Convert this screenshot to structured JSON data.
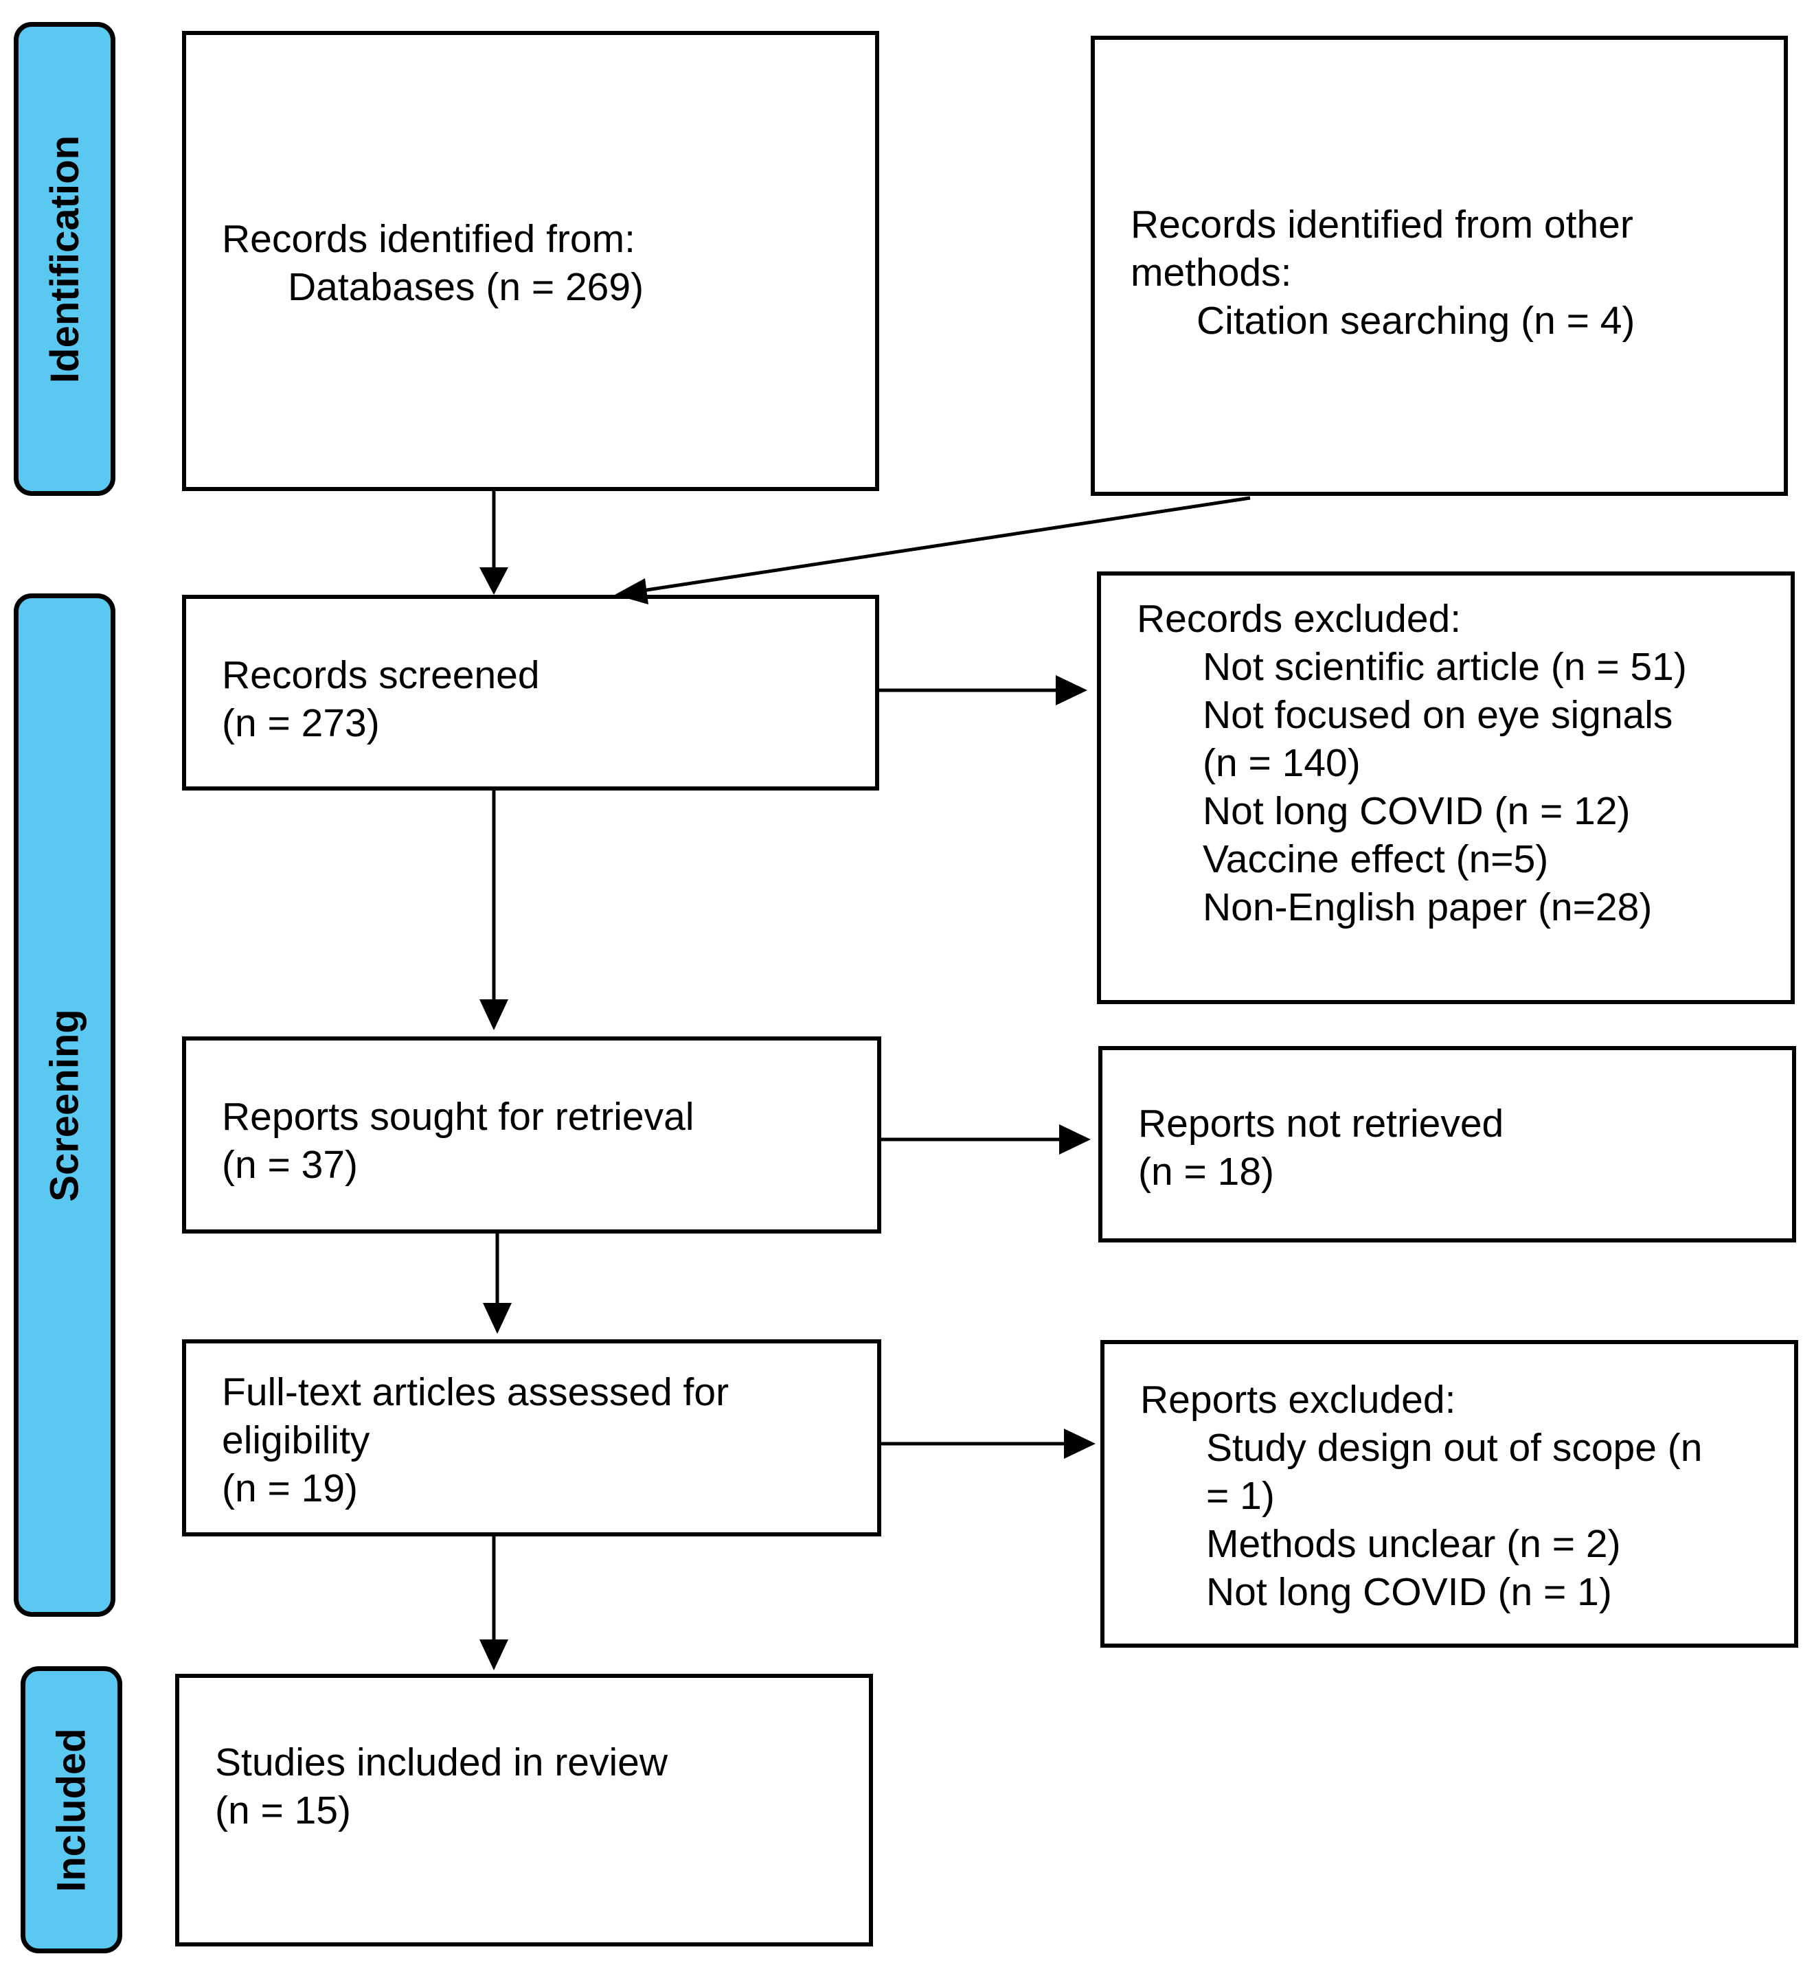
{
  "phases": {
    "identification": "Identification",
    "screening": "Screening",
    "included": "Included"
  },
  "identification": {
    "databases": {
      "title": "Records identified from:",
      "detail": "Databases (n = 269)"
    },
    "other_methods": {
      "title_line1": "Records identified from other",
      "title_line2": "methods:",
      "detail": "Citation searching (n = 4)"
    }
  },
  "screening": {
    "screened": {
      "title": "Records screened",
      "count": "(n = 273)"
    },
    "excluded": {
      "title": "Records excluded:",
      "items": [
        "Not scientific article (n = 51)",
        "Not focused on  eye signals",
        "(n = 140)",
        "Not long COVID (n = 12)",
        "Vaccine effect (n=5)",
        "Non-English paper (n=28)"
      ]
    },
    "sought": {
      "title": "Reports sought for retrieval",
      "count": "(n = 37)"
    },
    "not_retrieved": {
      "title": "Reports not retrieved",
      "count": "(n = 18)"
    },
    "assessed": {
      "title_line1": "Full-text articles assessed for",
      "title_line2": "eligibility",
      "count": "(n = 19)"
    },
    "reports_excluded": {
      "title": "Reports excluded:",
      "items": [
        "Study design out of scope (n",
        "= 1)",
        "Methods unclear (n = 2)",
        "Not long COVID (n = 1)"
      ]
    }
  },
  "included": {
    "studies": {
      "title": "Studies included in review",
      "count": "(n = 15)"
    }
  }
}
